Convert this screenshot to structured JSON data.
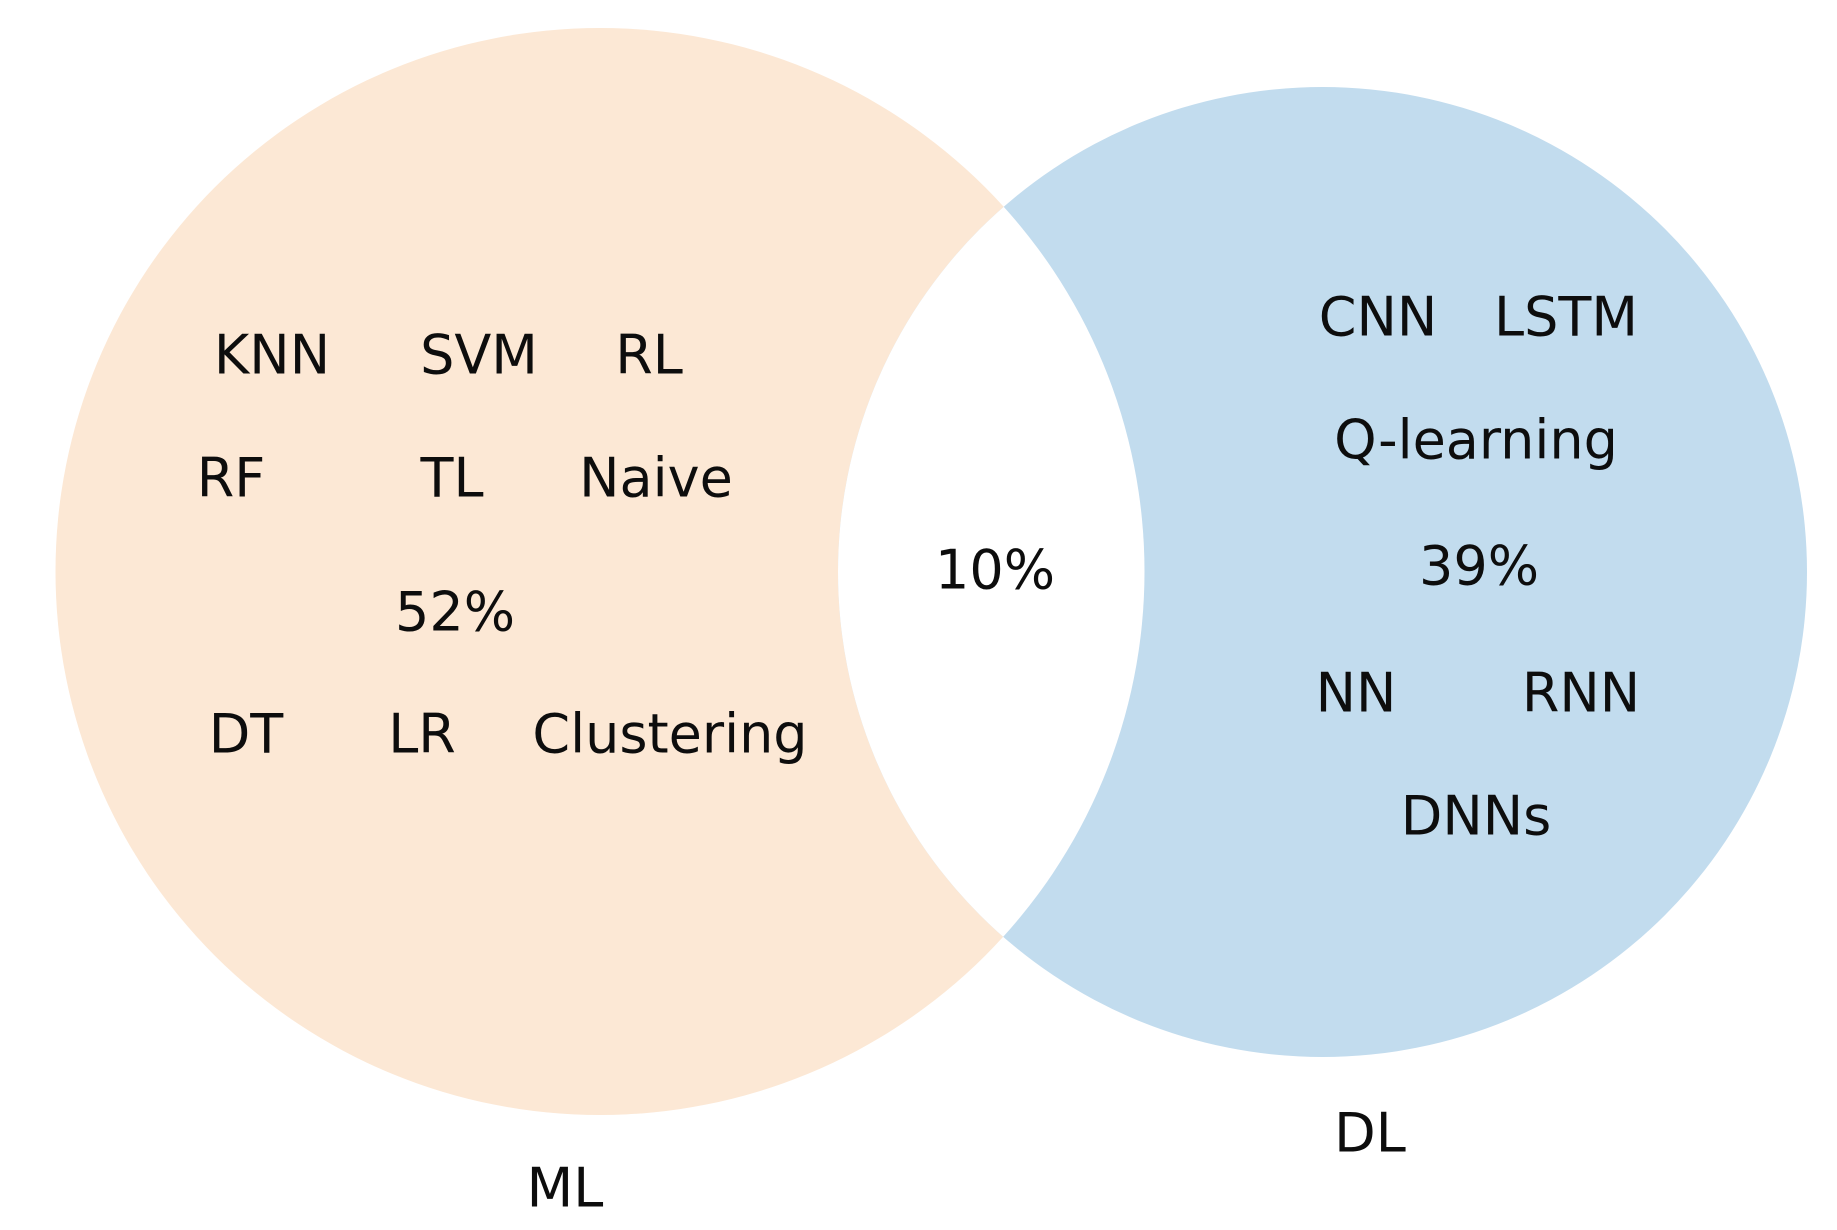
{
  "diagram": {
    "title_hint": "Venn diagram of ML vs DL techniques",
    "background_color": "#ffffff",
    "left_set": {
      "label": "ML",
      "percent": "52%",
      "fill_color": "#fce8d5",
      "items_row1": {
        "knn": "KNN",
        "svm": "SVM",
        "rl": "RL"
      },
      "items_row2": {
        "rf": "RF",
        "tl": "TL",
        "naive": "Naive"
      },
      "items_row3": {
        "dt": "DT",
        "lr": "LR",
        "clustering": "Clustering"
      }
    },
    "right_set": {
      "label": "DL",
      "percent": "39%",
      "fill_color": "#c2dcee",
      "items_row1": {
        "cnn": "CNN",
        "lstm": "LSTM"
      },
      "items_row2": {
        "qlearning": "Q-learning"
      },
      "items_row3": {
        "nn": "NN",
        "rnn": "RNN"
      },
      "items_row4": {
        "dnns": "DNNs"
      }
    },
    "intersection": {
      "percent": "10%",
      "fill_color": "#ffffff"
    }
  },
  "chart_data": {
    "type": "venn",
    "sets": [
      {
        "label": "ML",
        "size_pct": 52,
        "items": [
          "KNN",
          "SVM",
          "RL",
          "RF",
          "TL",
          "Naive",
          "DT",
          "LR",
          "Clustering"
        ]
      },
      {
        "label": "DL",
        "size_pct": 39,
        "items": [
          "CNN",
          "LSTM",
          "Q-learning",
          "NN",
          "RNN",
          "DNNs"
        ]
      }
    ],
    "intersection_pct": 10,
    "colors": {
      "left": "#fce8d5",
      "right": "#c2dcee",
      "overlap": "#ffffff"
    }
  }
}
